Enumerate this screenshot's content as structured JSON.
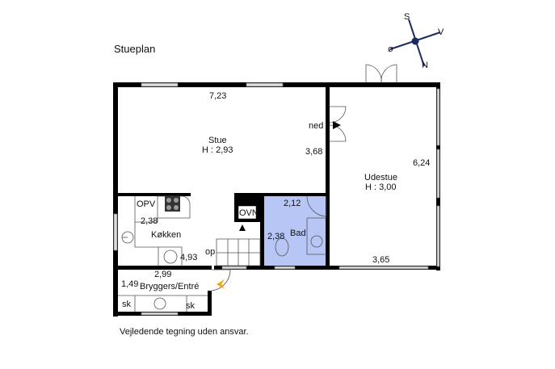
{
  "title": "Stueplan",
  "disclaimer": "Vejledende tegning uden ansvar.",
  "compass": {
    "s": "S",
    "v": "V",
    "o": "ø",
    "n": "N"
  },
  "rooms": {
    "stue": {
      "name": "Stue",
      "height": "H : 2,93",
      "dim_top": "7,23",
      "dim_side": "3,68"
    },
    "udestue": {
      "name": "Udestue",
      "height": "H : 3,00",
      "dim_side": "6,24",
      "dim_bottom": "3,65"
    },
    "kokken": {
      "name": "Køkken",
      "dim_a": "2,38",
      "dim_b": "4,93",
      "opv": "OPV"
    },
    "bad": {
      "name": "Bad",
      "dim_a": "2,12",
      "dim_b": "2,38",
      "ovn": "OVN"
    },
    "bryggers": {
      "name": "Bryggers/Entré",
      "dim_a": "2,99",
      "dim_b": "1,49",
      "sk1": "sk",
      "sk2": "sk"
    }
  },
  "labels": {
    "ned": "ned",
    "op": "op"
  },
  "colors": {
    "wall": "#000000",
    "bath": "#b7c6f5",
    "entry": "#f2a900",
    "compass": "#1a2a5e"
  }
}
